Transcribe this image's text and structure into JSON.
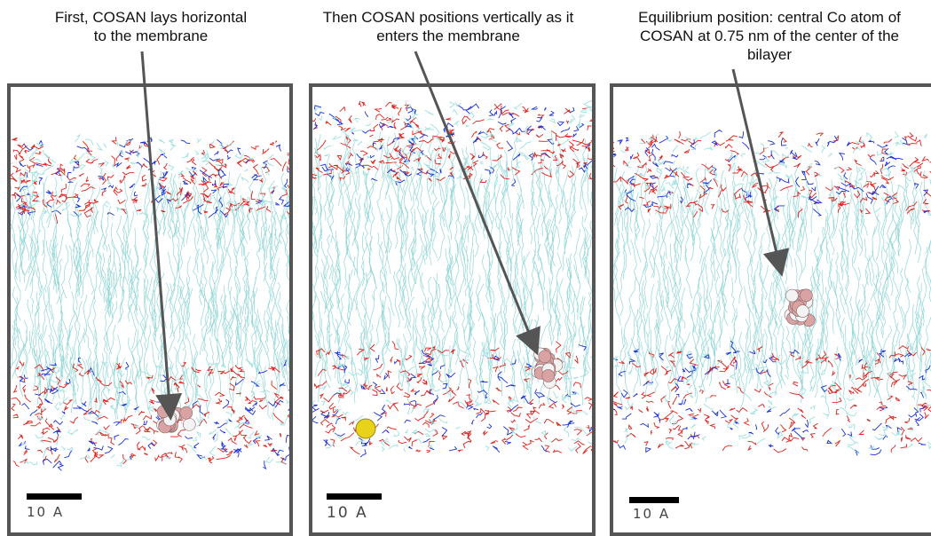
{
  "captions": {
    "panel1": [
      "First, COSAN lays horizontal",
      "to the membrane"
    ],
    "panel2": [
      "Then COSAN positions vertically as it",
      "enters the membrane"
    ],
    "panel3": [
      "Equilibrium position: central Co atom of",
      "COSAN at 0.75 nm of the center of the",
      "bilayer"
    ]
  },
  "scale_labels": {
    "panel1": "10 A",
    "panel2": "10 A",
    "panel3": "10 A"
  },
  "colors": {
    "lipid_tails": "#7fcfcf",
    "oxygen": "#e0201a",
    "nitrogen": "#1a2fd8",
    "head_light": "#9fe0e0",
    "cosan_pink": "#d9a3a3",
    "cosan_white": "#f3f3f3",
    "ion": "#e8d21a",
    "frame": "#555555",
    "arrow": "#555555"
  }
}
